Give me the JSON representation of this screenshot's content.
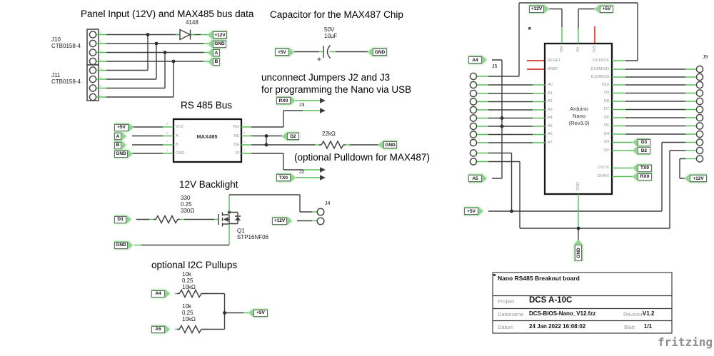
{
  "logo_text": "fritzing",
  "flags": {
    "panel_12v": "+12V",
    "panel_gnd": "GND",
    "panel_a": "A",
    "panel_b": "B",
    "cap_5v": "+5V",
    "cap_gnd": "GND",
    "rs485_5v": "+5V",
    "rs485_a": "A",
    "rs485_b": "B",
    "rs485_gnd": "GND",
    "d2": "D2",
    "pulldown_gnd": "GND",
    "rx0": "RX0",
    "tx0": "TX0",
    "bl_d3": "D3",
    "bl_12v": "+12V",
    "bl_gnd": "GND",
    "i2c_a4": "A4",
    "i2c_a5": "A5",
    "i2c_5v": "+5V",
    "nano_12v_top": "+12V",
    "nano_5v_top": "+5V",
    "nano_a4": "A4",
    "nano_a5": "A5",
    "nano_5v_bottom": "+5V",
    "nano_gnd_bottom": "GND",
    "nano_d3": "D3",
    "nano_d2": "D2",
    "nano_tx0": "TX0",
    "nano_rx0": "RX0",
    "nano_12v_right": "+12V"
  },
  "sections": {
    "panel": {
      "title": "Panel Input (12V) and MAX485 bus data",
      "j10_name": "J10",
      "j10_part": "CTB0158-4",
      "j11_name": "J11",
      "j11_part": "CTB0158-4",
      "diode_label": "4148",
      "j10_pin_numbers": [
        "4",
        "3",
        "2",
        "1"
      ],
      "j11_pin_numbers": [
        "4",
        "3",
        "2",
        "1"
      ]
    },
    "capacitor": {
      "title": "Capacitor for the MAX487 Chip",
      "voltage_rating": "50V",
      "value": "10µF",
      "polarity_mark": "+"
    },
    "rs485": {
      "title": "RS 485 Bus",
      "chip_label": "MAX485",
      "pins_left": [
        "VCC",
        "A",
        "B",
        "GND"
      ],
      "pins_right": [
        "RO",
        "RE",
        "DE",
        "DI"
      ],
      "pin_numbers_left": [
        "8",
        "6",
        "7",
        "5"
      ],
      "pin_numbers_right": [
        "1",
        "2",
        "3",
        "4"
      ]
    },
    "jumpers": {
      "note_line1": "unconnect Jumpers J2 and J3",
      "note_line2": "for programming the Nano via USB",
      "j3_label": "J3",
      "j2_label": "J2",
      "resistor_value": "22kΩ",
      "pulldown_note": "(optional Pulldown for MAX487)"
    },
    "backlight": {
      "title": "12V Backlight",
      "resistor_lines": [
        "330",
        "0.25",
        "330Ω"
      ],
      "q_ref": "Q1",
      "q_part": "STP16NF06",
      "j4_label": "J4"
    },
    "i2c": {
      "title": "optional I2C Pullups",
      "r1_lines": [
        "10k",
        "0.25",
        "10kΩ"
      ],
      "r2_lines": [
        "10k",
        "0.25",
        "10kΩ"
      ]
    }
  },
  "nano": {
    "label_lines": [
      "Arduino",
      "Nano",
      "(Rev3.0)"
    ],
    "pins_left": [
      "RESET",
      "AREF",
      "A0",
      "A1",
      "A2",
      "A3",
      "A4",
      "A5",
      "A6",
      "A7"
    ],
    "pins_right": [
      "D13/SCK",
      "D12/MISO",
      "D11/MOSI",
      "D10",
      "D9",
      "D8",
      "D7",
      "D6",
      "D5",
      "D4",
      "D3",
      "D2",
      "D1/TX",
      "D0/RX"
    ],
    "pins_top": [
      "VIN",
      "5V",
      "3V3"
    ],
    "pin_bottom": "GND",
    "j5_label": "J5",
    "j9_label": "J9"
  },
  "titleblock": {
    "title": "Nano RS485 Breakout board",
    "projekt_label": "Projekt",
    "projekt_value": "DCS A-10C",
    "dateiname_label": "Dateiname",
    "dateiname_value": "DCS-BIOS-Nano_V12.fzz",
    "revision_label": "Revision",
    "revision_value": "V1.2",
    "datum_label": "Datum",
    "datum_value": "24 Jan 2022 16:08:02",
    "blatt_label": "Blatt",
    "blatt_value": "1/1"
  }
}
